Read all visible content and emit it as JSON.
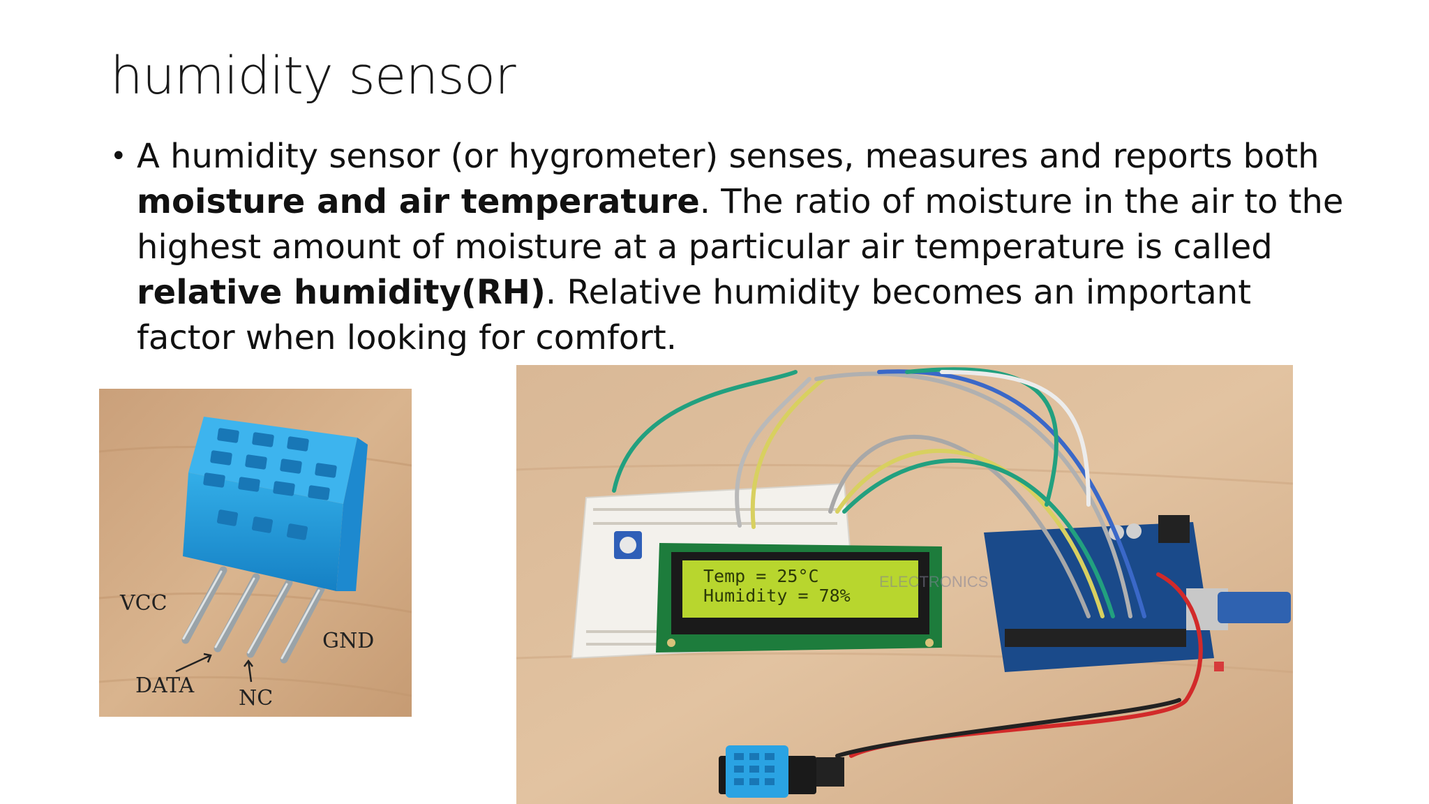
{
  "slide": {
    "title": "humidity sensor",
    "bullet": {
      "part1": "A humidity sensor (or hygrometer) senses, measures and reports both ",
      "bold1": "moisture and air temperature",
      "part2": ". The ratio of moisture in the air to the highest amount of moisture at a particular air temperature is called ",
      "bold2": "relative humidity(RH)",
      "part3": ". Relative humidity becomes an important factor when looking for comfort."
    }
  },
  "sensor_photo": {
    "pins": {
      "vcc": "VCC",
      "data": "DATA",
      "nc": "NC",
      "gnd": "GND"
    }
  },
  "setup_photo": {
    "lcd": {
      "line1": "Temp = 25°C",
      "line2": "Humidity = 78%"
    },
    "watermark": "ELECTRONICS"
  },
  "colors": {
    "sensor_blue": "#2aa3e3",
    "lcd_green": "#b8d62e",
    "arduino_blue": "#1a4a8a",
    "wood": "#d6b08a"
  }
}
